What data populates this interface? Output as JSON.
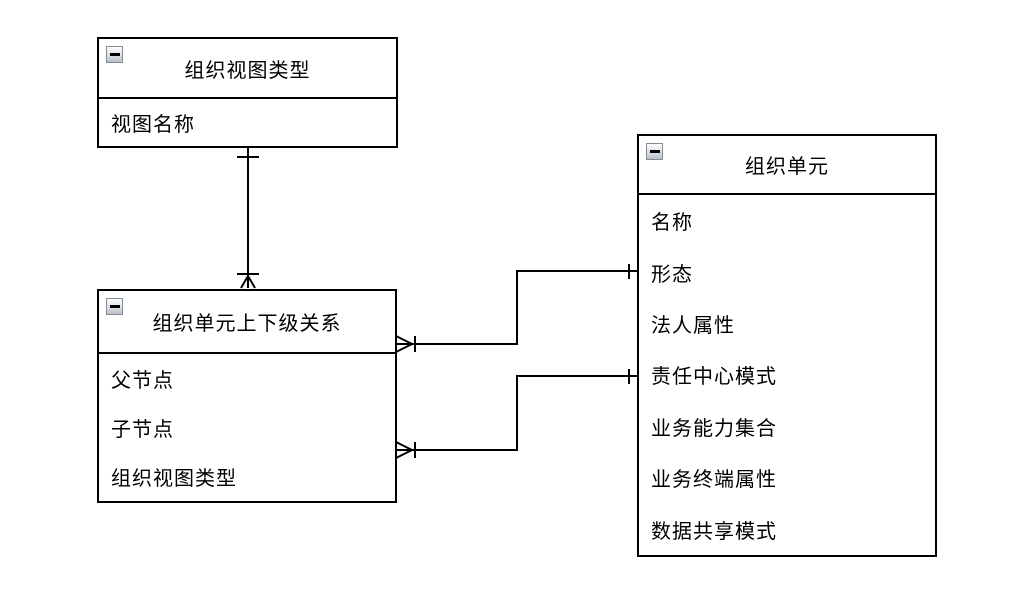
{
  "diagram": {
    "background_color": "#ffffff",
    "line_color": "#000000",
    "entities": [
      {
        "title": "组织视图类型",
        "collapse_icon": "minus-icon",
        "attributes": [
          "视图名称"
        ]
      },
      {
        "title": "组织单元上下级关系",
        "collapse_icon": "minus-icon",
        "attributes": [
          "父节点",
          "子节点",
          "组织视图类型"
        ]
      },
      {
        "title": "组织单元",
        "collapse_icon": "minus-icon",
        "attributes": [
          "名称",
          "形态",
          "法人属性",
          "责任中心模式",
          "业务能力集合",
          "业务终端属性",
          "数据共享模式"
        ]
      }
    ],
    "relationships": [
      {
        "from": "组织视图类型",
        "to": "组织单元上下级关系",
        "from_cardinality": "one",
        "to_cardinality": "many",
        "notation": "crow-foot"
      },
      {
        "from": "组织单元上下级关系",
        "to": "组织单元",
        "from_cardinality": "many",
        "to_cardinality": "one",
        "notation": "crow-foot"
      },
      {
        "from": "组织单元上下级关系",
        "to": "组织单元",
        "from_cardinality": "many",
        "to_cardinality": "one",
        "notation": "crow-foot"
      }
    ]
  }
}
